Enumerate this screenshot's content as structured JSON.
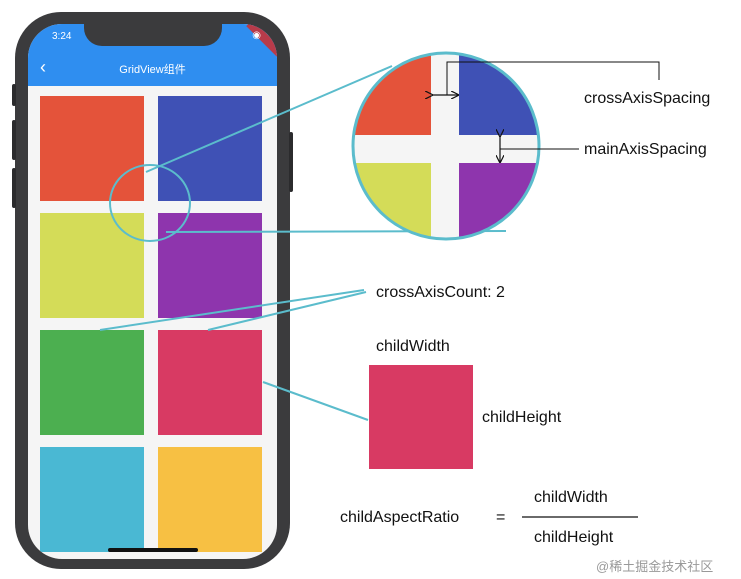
{
  "phone": {
    "status_time": "3:24",
    "app_title": "GridView组件",
    "tiles": [
      {
        "color": "#e4533a"
      },
      {
        "color": "#3f51b5"
      },
      {
        "color": "#d4dc58"
      },
      {
        "color": "#8e35ad"
      },
      {
        "color": "#4caf50"
      },
      {
        "color": "#d83a63"
      },
      {
        "color": "#4ab8d3"
      },
      {
        "color": "#f7c043"
      }
    ]
  },
  "zoom": {
    "colors": {
      "top_left": "#e4533a",
      "top_right": "#3f51b5",
      "bottom_left": "#d4dc58",
      "bottom_right": "#8e35ad"
    }
  },
  "labels": {
    "cross_axis_spacing": "crossAxisSpacing",
    "main_axis_spacing": "mainAxisSpacing",
    "cross_axis_count": "crossAxisCount: 2",
    "child_width": "childWidth",
    "child_height": "childHeight",
    "aspect_ratio": "childAspectRatio",
    "equals": "=",
    "fraction_numerator": "childWidth",
    "fraction_denominator": "childHeight"
  },
  "child_example_color": "#d83a63",
  "accent_color": "#5bbccc",
  "watermark": "@稀土掘金技术社区"
}
